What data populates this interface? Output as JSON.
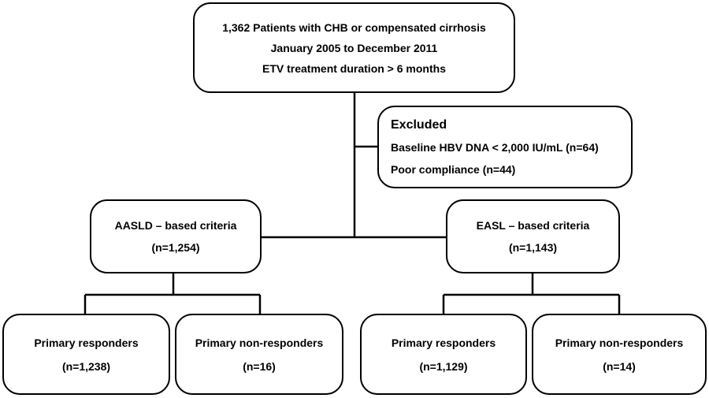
{
  "top_box": {
    "line1": "1,362 Patients with CHB or compensated cirrhosis",
    "line2": "January 2005 to December 2011",
    "line3": "ETV treatment duration > 6 months"
  },
  "excluded_box": {
    "title": "Excluded",
    "line1": "Baseline HBV DNA < 2,000 IU/mL (n=64)",
    "line2": "Poor compliance (n=44)"
  },
  "aasld_box": {
    "title": "AASLD – based criteria",
    "count": "(n=1,254)",
    "children": [
      {
        "label": "Primary responders",
        "count": "(n=1,238)"
      },
      {
        "label": "Primary non-responders",
        "count": "(n=16)"
      }
    ]
  },
  "easl_box": {
    "title": "EASL – based criteria",
    "count": "(n=1,143)",
    "children": [
      {
        "label": "Primary responders",
        "count": "(n=1,129)"
      },
      {
        "label": "Primary non-responders",
        "count": "(n=14)"
      }
    ]
  }
}
